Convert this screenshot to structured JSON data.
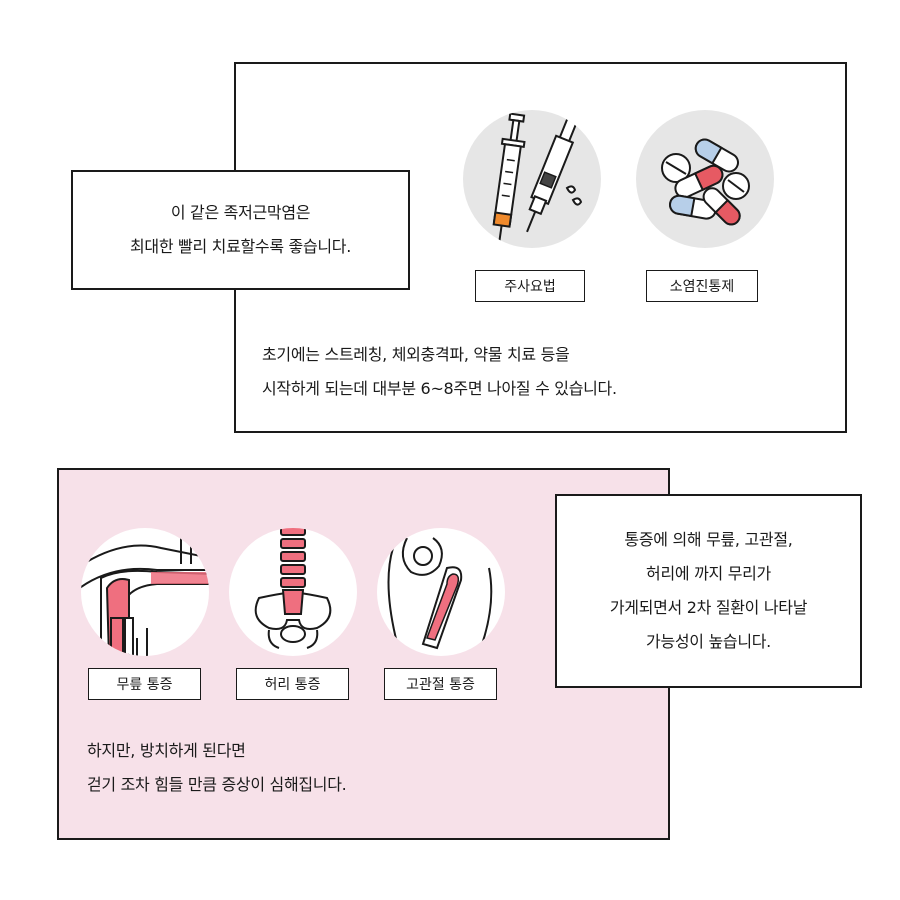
{
  "callout_top": {
    "lines": [
      "이 같은 족저근막염은",
      "최대한 빨리 치료할수록 좋습니다."
    ]
  },
  "panel_top": {
    "treatments": [
      {
        "label": "주사요법",
        "icon": "syringe-icon"
      },
      {
        "label": "소염진통제",
        "icon": "pills-icon"
      }
    ],
    "desc_lines": [
      "초기에는 스트레칭, 체외충격파, 약물 치료 등을",
      "시작하게 되는데 대부분 6~8주면 나아질 수 있습니다."
    ]
  },
  "panel_bottom": {
    "pains": [
      {
        "label": "무릎 통증",
        "icon": "knee-icon"
      },
      {
        "label": "허리 통증",
        "icon": "spine-icon"
      },
      {
        "label": "고관절 통증",
        "icon": "hip-joint-icon"
      }
    ],
    "desc_lines": [
      "하지만, 방치하게 된다면",
      "걷기 조차 힘들 만큼 증상이 심해집니다."
    ]
  },
  "callout_bottom": {
    "lines": [
      "통증에 의해 무릎, 고관절,",
      "허리에 까지 무리가",
      "가게되면서 2차 질환이 나타날",
      "가능성이 높습니다."
    ]
  },
  "colors": {
    "panel_bottom_bg": "#f7e1e9",
    "circle_gray": "#e6e6e6",
    "pain_highlight": "#ef6f7f",
    "outline": "#1a1a1a"
  }
}
